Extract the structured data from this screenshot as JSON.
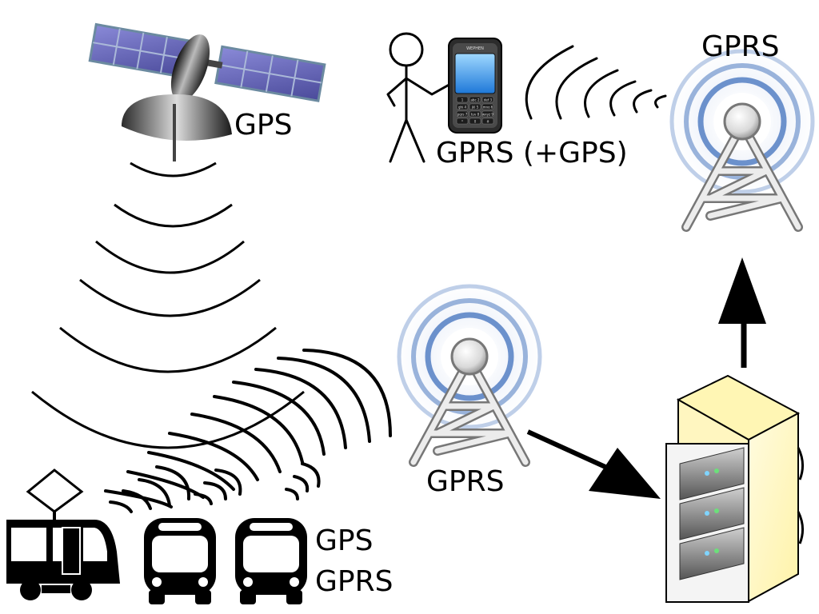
{
  "labels": {
    "satellite": "GPS",
    "phone": "GPRS (+GPS)",
    "tower_top": "GPRS",
    "tower_middle": "GPRS",
    "vehicles_line1": "GPS",
    "vehicles_line2": "GPRS"
  },
  "phone_brand": "WEPHEN",
  "phone_keys": [
    "1",
    "abc 2",
    "def 3",
    "ghi 4",
    "jkl 5",
    "mno 6",
    "pqrs 7",
    "tuv 8",
    "wxyz 9",
    "*",
    "0",
    "#"
  ],
  "colors": {
    "line": "#000000",
    "tower_glow": "#4a78c0",
    "tower_frame": "#e6e6e6",
    "solar_panel": "#6a6ab8",
    "server_top": "#fff6b4",
    "server_side": "#fffad8"
  },
  "icons": [
    "satellite-icon",
    "stick-figure-icon",
    "mobile-phone-icon",
    "radio-tower-icon",
    "server-rack-icon",
    "tram-icon",
    "bus-icon"
  ]
}
